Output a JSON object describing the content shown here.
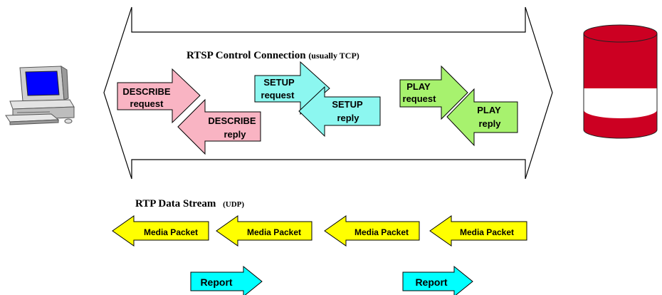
{
  "control": {
    "title_main": "RTSP  Control Connection",
    "title_note": "(usually TCP)"
  },
  "data_stream": {
    "title_main": "RTP  Data Stream",
    "title_note": "(UDP)"
  },
  "messages": {
    "describe_request": [
      "DESCRIBE",
      "request"
    ],
    "describe_reply": [
      "DESCRIBE",
      "reply"
    ],
    "setup_request": [
      "SETUP",
      "request"
    ],
    "setup_reply": [
      "SETUP",
      "reply"
    ],
    "play_request": [
      "PLAY",
      "request"
    ],
    "play_reply": [
      "PLAY",
      "reply"
    ]
  },
  "media_packets": [
    "Media Packet",
    "Media Packet",
    "Media Packet",
    "Media Packet"
  ],
  "reports": [
    "Report",
    "Report"
  ],
  "icons": {
    "client": "desktop-computer-icon",
    "server": "database-cylinder-icon"
  },
  "colors": {
    "describe": "#F9B4C3",
    "setup": "#8CF7F0",
    "play": "#A7F26E",
    "media_packet": "#FFFF00",
    "report": "#00FFFF",
    "server_red": "#CC0022",
    "screen_blue": "#0000FF"
  }
}
